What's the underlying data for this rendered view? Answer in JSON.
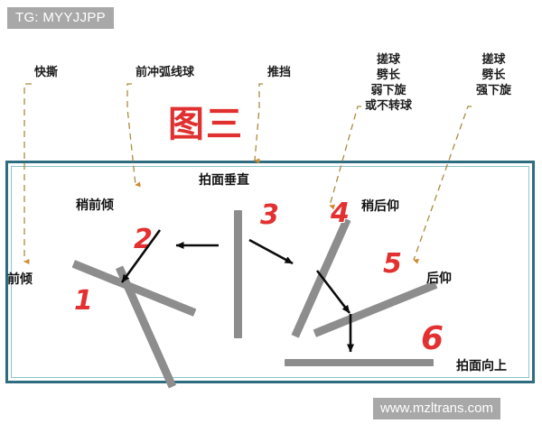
{
  "tag": {
    "text": "TG: MYYJJPP"
  },
  "watermark": {
    "text": "www.mzltrans.com"
  },
  "figure": {
    "title": "图三"
  },
  "colors": {
    "frame_border": "#2e6d80",
    "bar_gray": "#8d8d8d",
    "number_red": "#e33030",
    "title_red": "#e03030",
    "connector_olive": "#a98c3f",
    "badge_gray": "#a8a8a8"
  },
  "callouts": [
    {
      "id": "kuaisi",
      "lines": [
        "快撕"
      ]
    },
    {
      "id": "qianchong",
      "lines": [
        "前冲弧线球"
      ]
    },
    {
      "id": "tuidang",
      "lines": [
        "推挡"
      ]
    },
    {
      "id": "cuoqiu-weak",
      "lines": [
        "搓球",
        "劈长",
        "弱下旋",
        "或不转球"
      ]
    },
    {
      "id": "cuoqiu-strong",
      "lines": [
        "搓球",
        "劈长",
        "强下旋"
      ]
    }
  ],
  "angle_labels": [
    {
      "id": "qianqing",
      "text": "前倾"
    },
    {
      "id": "shao-qianqing",
      "text": "稍前倾"
    },
    {
      "id": "paimian-chuizhi",
      "text": "拍面垂直"
    },
    {
      "id": "shao-houyang",
      "text": "稍后仰"
    },
    {
      "id": "houyang",
      "text": "后仰"
    },
    {
      "id": "paimian-xiangshang",
      "text": "拍面向上"
    }
  ],
  "numbers": [
    {
      "id": "n1",
      "text": "1"
    },
    {
      "id": "n2",
      "text": "2"
    },
    {
      "id": "n3",
      "text": "3"
    },
    {
      "id": "n4",
      "text": "4"
    },
    {
      "id": "n5",
      "text": "5"
    },
    {
      "id": "n6",
      "text": "6"
    }
  ]
}
